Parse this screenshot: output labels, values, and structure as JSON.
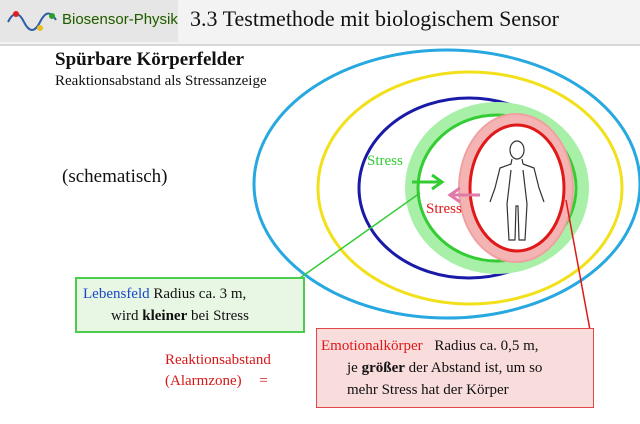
{
  "header": {
    "logo_text": "Biosensor-Physik",
    "title": "3.3 Testmethode mit biologischem Sensor"
  },
  "slide": {
    "title": "Spürbare Körperfelder",
    "subtitle": "Reaktionsabstand als Stressanzeige",
    "schematic_note": "(schematisch)"
  },
  "diagram": {
    "stress_outer": "Stress",
    "stress_inner": "Stress",
    "colors": {
      "outer": "#28a8e0",
      "second": "#f2e01a",
      "third": "#1a1aa8",
      "green": "#33cc33",
      "green_light": "#a8f0a8",
      "pink": "#f0a0a0",
      "red": "#e01818"
    }
  },
  "lebensfeld": {
    "label": "Lebensfeld",
    "line1_rest": "Radius ca. 3 m,",
    "line2_pre": "wird",
    "line2_bold": "kleiner",
    "line2_post": "bei Stress"
  },
  "reaktion": {
    "line1": "Reaktionsabstand",
    "line2": "(Alarmzone)",
    "eq": "="
  },
  "emotional": {
    "label": "Emotionalkörper",
    "line1_rest": "Radius ca. 0,5 m,",
    "line2_pre": "je",
    "line2_bold": "größer",
    "line2_post": "der Abstand ist, um so",
    "line3": "mehr Stress hat der Körper"
  }
}
